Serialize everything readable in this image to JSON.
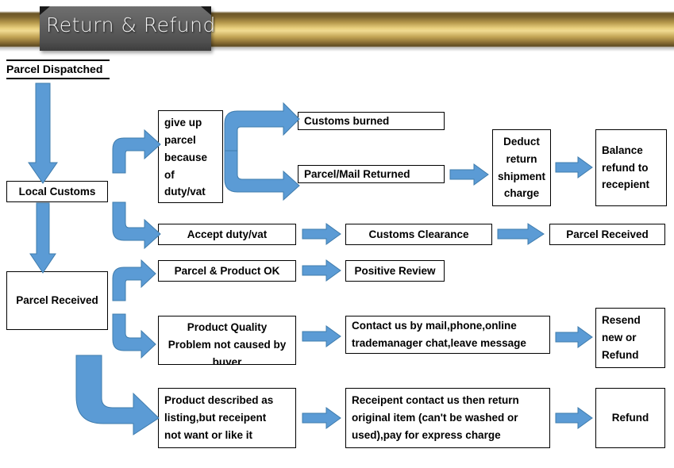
{
  "banner": {
    "title": "Return & Refund",
    "bar_color_light": "#f0da92",
    "bar_color_dark": "#5d4a21",
    "ribbon_color": "#5e5e5e"
  },
  "theme": {
    "arrow_color": "#5b9bd5",
    "arrow_outline": "#3f7cad",
    "box_border": "#000000",
    "background": "#ffffff"
  },
  "flow": {
    "nodes": [
      {
        "id": "parcel-dispatched",
        "label": "Parcel Dispatched"
      },
      {
        "id": "local-customs",
        "label": "Local Customs"
      },
      {
        "id": "give-up-parcel",
        "lines": [
          "give up",
          "parcel",
          "because",
          "of",
          "duty/vat"
        ]
      },
      {
        "id": "customs-burned",
        "label": "Customs burned"
      },
      {
        "id": "parcel-mail-returned",
        "label": "Parcel/Mail Returned"
      },
      {
        "id": "deduct-return-shipment-charge",
        "lines": [
          "Deduct",
          "return",
          "shipment",
          "charge"
        ]
      },
      {
        "id": "balance-refund-to-recepient",
        "lines": [
          "Balance",
          "refund to",
          "recepient"
        ]
      },
      {
        "id": "accept-duty-vat",
        "label": "Accept duty/vat"
      },
      {
        "id": "customs-clearance",
        "label": "Customs Clearance"
      },
      {
        "id": "parcel-received-top",
        "label": "Parcel Received"
      },
      {
        "id": "parcel-received-left",
        "label": "Parcel Received"
      },
      {
        "id": "parcel-product-ok",
        "label": "Parcel & Product OK"
      },
      {
        "id": "positive-review",
        "label": "Positive Review"
      },
      {
        "id": "product-quality-problem",
        "lines": [
          "Product Quality",
          "Problem not caused by",
          "buyer"
        ]
      },
      {
        "id": "contact-us",
        "lines": [
          "Contact us by mail,phone,online",
          "trademanager chat,leave message"
        ]
      },
      {
        "id": "resend-new-or-refund",
        "lines": [
          "Resend",
          "new or",
          "Refund"
        ]
      },
      {
        "id": "product-described-as-listing",
        "lines": [
          "Product described as",
          "listing,but receipent",
          "not want or like it"
        ]
      },
      {
        "id": "receipent-contact-return",
        "lines": [
          "Receipent contact us then return",
          "original item (can't be washed or",
          "used),pay for express charge"
        ]
      },
      {
        "id": "refund",
        "label": "Refund"
      }
    ]
  }
}
